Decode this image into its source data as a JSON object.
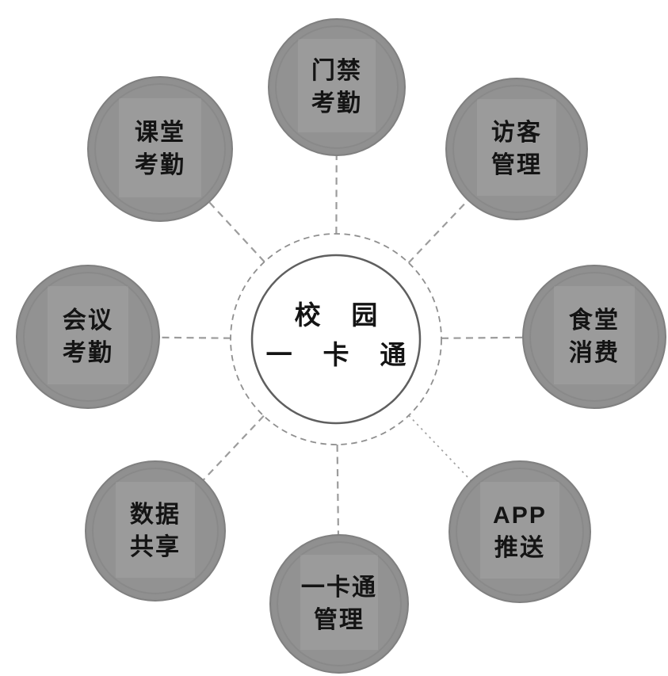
{
  "diagram": {
    "center": {
      "id": "campus-one-card",
      "line1": "校 园",
      "line2": "一 卡 通"
    },
    "nodes": [
      {
        "id": "door-access-attendance",
        "position": "top",
        "line1": "门禁",
        "line2": "考勤"
      },
      {
        "id": "visitor-management",
        "position": "top-right",
        "line1": "访客",
        "line2": "管理"
      },
      {
        "id": "canteen-consumption",
        "position": "right",
        "line1": "食堂",
        "line2": "消费"
      },
      {
        "id": "app-push",
        "position": "bottom-right",
        "line1": "APP",
        "line2": "推送"
      },
      {
        "id": "one-card-management",
        "position": "bottom",
        "line1": "一卡通",
        "line2": "管理"
      },
      {
        "id": "data-sharing",
        "position": "bottom-left",
        "line1": "数据",
        "line2": "共享"
      },
      {
        "id": "meeting-attendance",
        "position": "left",
        "line1": "会议",
        "line2": "考勤"
      },
      {
        "id": "classroom-attendance",
        "position": "top-left",
        "line1": "课堂",
        "line2": "考勤"
      }
    ],
    "colors": {
      "node_fill": "#929292",
      "node_edge": "#7e7e7e",
      "connector": "#9c9c9c",
      "hub_stroke": "#5f5f5f",
      "ring_stroke": "#8f8f8f",
      "text": "#141414",
      "background": "#ffffff"
    }
  }
}
